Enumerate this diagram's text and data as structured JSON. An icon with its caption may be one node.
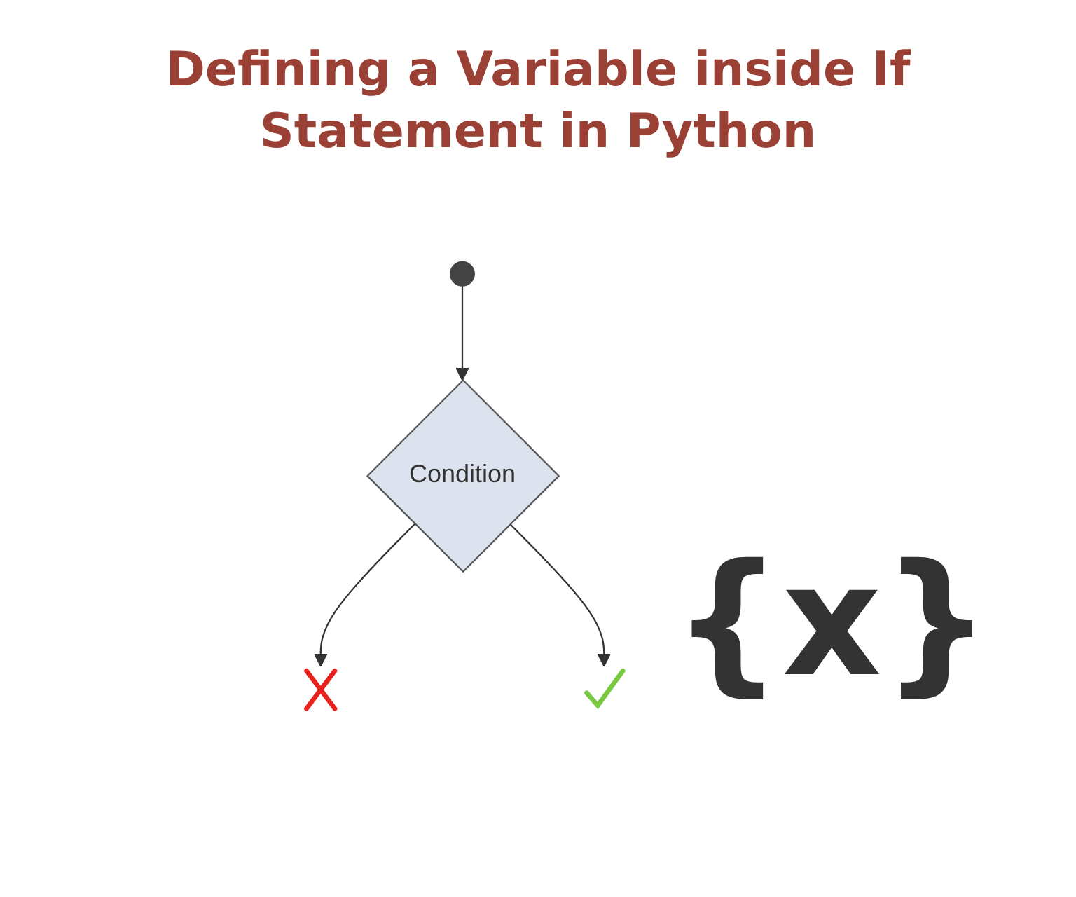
{
  "diagram": {
    "title": "Defining a Variable inside If Statement in Python",
    "nodes": [
      {
        "text": [],
        "shape": "circle"
      },
      {
        "text": [
          "Condition"
        ]
      },
      {
        "text": [],
        "shape": "cross"
      },
      {
        "text": [],
        "shape": "check"
      }
    ],
    "edges": [
      {
        "from": 0,
        "to": 1,
        "arrow": "to"
      },
      {
        "from": 1,
        "to": 2,
        "arrow": "to"
      },
      {
        "from": 1,
        "to": 3,
        "arrow": "to"
      }
    ],
    "labels": [
      "{x}"
    ]
  }
}
